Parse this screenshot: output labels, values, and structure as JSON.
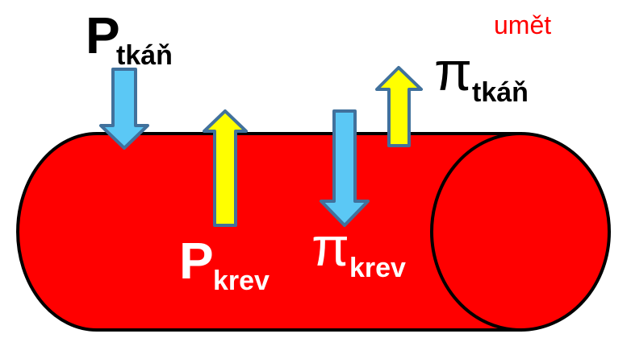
{
  "note": "umět",
  "labels": {
    "p_tissue": {
      "main": "P",
      "sub": "tkáň"
    },
    "pi_tissue": {
      "main": "π",
      "sub": "tkáň"
    },
    "p_blood": {
      "main": "P",
      "sub": "krev"
    },
    "pi_blood": {
      "main": "π",
      "sub": "krev"
    }
  },
  "colors": {
    "vessel": "#ff0000",
    "arrow_blue": "#5bc8f5",
    "arrow_yellow": "#ffff00",
    "arrow_stroke": "#41719c",
    "note": "#ff0000",
    "label_dark": "#000000",
    "label_light": "#ffffff"
  },
  "icons": {
    "down_arrow": "arrow-down-icon",
    "up_arrow": "arrow-up-icon"
  }
}
